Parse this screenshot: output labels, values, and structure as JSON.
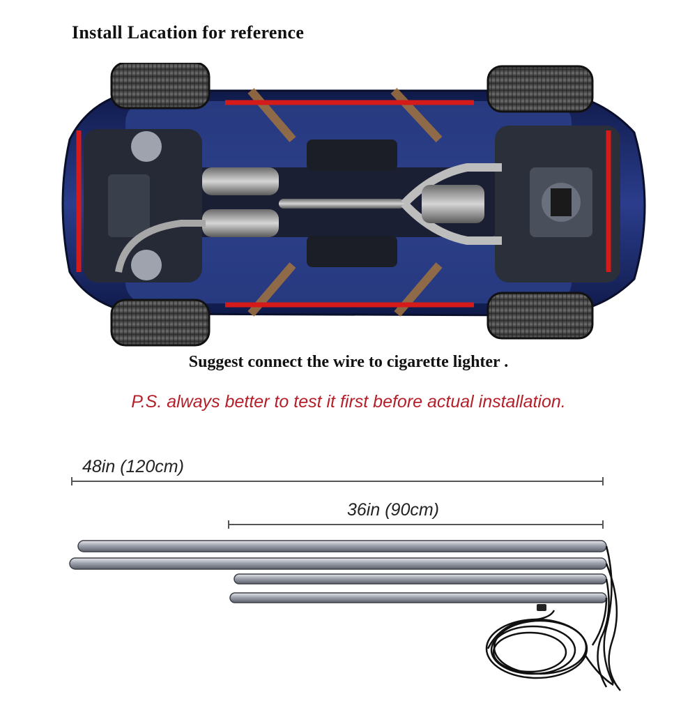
{
  "header": {
    "title": "Install Lacation for reference"
  },
  "notes": {
    "suggest": "Suggest connect the wire to cigarette lighter .",
    "ps": "P.S. always better to test it first before actual installation."
  },
  "dimensions": {
    "long_strip": "48in (120cm)",
    "short_strip": "36in (90cm)"
  },
  "colors": {
    "red_marker": "#d51a1a",
    "ps_text": "#b51f2a",
    "car_body": "#1f2f7a"
  }
}
